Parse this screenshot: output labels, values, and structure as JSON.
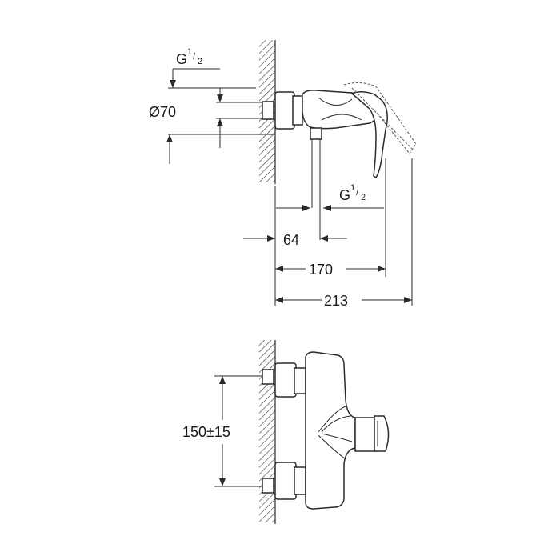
{
  "side_view": {
    "thread_top": {
      "base": "G",
      "num": "1",
      "den": "2"
    },
    "thread_bottom": {
      "base": "G",
      "num": "1",
      "den": "2"
    },
    "diameter": "Ø70",
    "dim_64": "64",
    "dim_170": "170",
    "dim_213": "213"
  },
  "front_view": {
    "spacing": "150±15"
  }
}
